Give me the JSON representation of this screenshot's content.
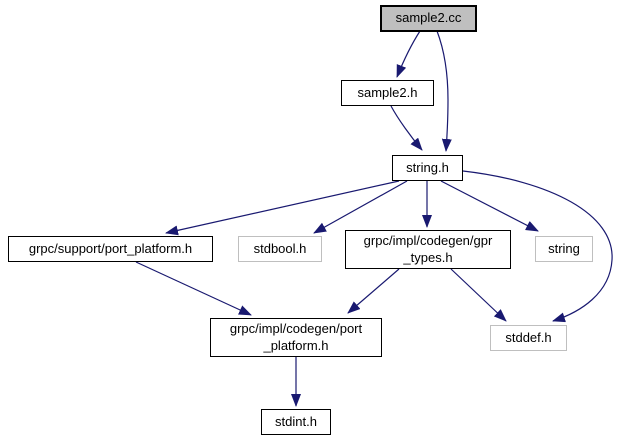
{
  "diagram": {
    "kind": "include-dependency-graph",
    "background_color": "#ffffff",
    "edge_color": "#191970",
    "node_border_color": "#000000",
    "external_node_border_color": "#bfbfbf",
    "root_node_fill": "#bfbfbf",
    "text_color": "#000000"
  },
  "nodes": [
    {
      "id": "sample2.cc",
      "label": "sample2.cc",
      "kind": "root"
    },
    {
      "id": "sample2.h",
      "label": "sample2.h",
      "kind": "internal"
    },
    {
      "id": "string.h",
      "label": "string.h",
      "kind": "internal"
    },
    {
      "id": "grpc/support/port_platform.h",
      "label": "grpc/support/port_platform.h",
      "kind": "internal"
    },
    {
      "id": "stdbool.h",
      "label": "stdbool.h",
      "kind": "external"
    },
    {
      "id": "grpc/impl/codegen/gpr_types.h",
      "label": "grpc/impl/codegen/gpr_types.h",
      "lines": [
        "grpc/impl/codegen/gpr",
        "_types.h"
      ],
      "kind": "internal"
    },
    {
      "id": "string",
      "label": "string",
      "kind": "external"
    },
    {
      "id": "grpc/impl/codegen/port_platform.h",
      "label": "grpc/impl/codegen/port_platform.h",
      "lines": [
        "grpc/impl/codegen/port",
        "_platform.h"
      ],
      "kind": "internal"
    },
    {
      "id": "stddef.h",
      "label": "stddef.h",
      "kind": "external"
    },
    {
      "id": "stdint.h",
      "label": "stdint.h",
      "kind": "internal"
    }
  ],
  "edges": [
    {
      "from": "sample2.cc",
      "to": "sample2.h"
    },
    {
      "from": "sample2.cc",
      "to": "string.h"
    },
    {
      "from": "sample2.h",
      "to": "string.h"
    },
    {
      "from": "string.h",
      "to": "grpc/support/port_platform.h"
    },
    {
      "from": "string.h",
      "to": "stdbool.h"
    },
    {
      "from": "string.h",
      "to": "grpc/impl/codegen/gpr_types.h"
    },
    {
      "from": "string.h",
      "to": "string"
    },
    {
      "from": "string.h",
      "to": "stddef.h"
    },
    {
      "from": "grpc/support/port_platform.h",
      "to": "grpc/impl/codegen/port_platform.h"
    },
    {
      "from": "grpc/impl/codegen/gpr_types.h",
      "to": "grpc/impl/codegen/port_platform.h"
    },
    {
      "from": "grpc/impl/codegen/gpr_types.h",
      "to": "stddef.h"
    },
    {
      "from": "grpc/impl/codegen/port_platform.h",
      "to": "stdint.h"
    }
  ]
}
